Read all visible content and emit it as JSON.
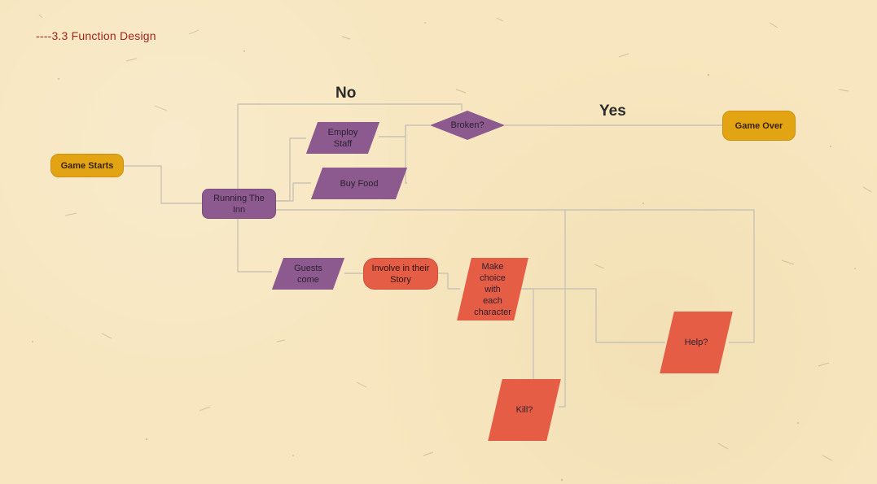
{
  "heading": "----3.3  Function Design",
  "nodes": {
    "game_starts": "Game Starts",
    "running_the_inn_line1": "Running The",
    "running_the_inn_line2": "Inn",
    "employ_staff_line1": "Employ",
    "employ_staff_line2": "Staff",
    "buy_food": "Buy Food",
    "broken": "Broken?",
    "game_over": "Game Over",
    "guests_come_line1": "Guests",
    "guests_come_line2": "come",
    "involve_line1": "Involve in their",
    "involve_line2": "Story",
    "make_choice_line1": "Make",
    "make_choice_line2": "choice",
    "make_choice_line3": "with",
    "make_choice_line4": "each",
    "make_choice_line5": "character",
    "help": "Help?",
    "kill": "Kill?"
  },
  "branch_labels": {
    "no": "No",
    "yes": "Yes"
  },
  "colors": {
    "background": "#f7e6bf",
    "heading": "#a4241c",
    "orange_node": "#e3a413",
    "purple_node": "#8c5a8f",
    "red_node": "#e65d45",
    "connector": "#c8c4b6"
  }
}
